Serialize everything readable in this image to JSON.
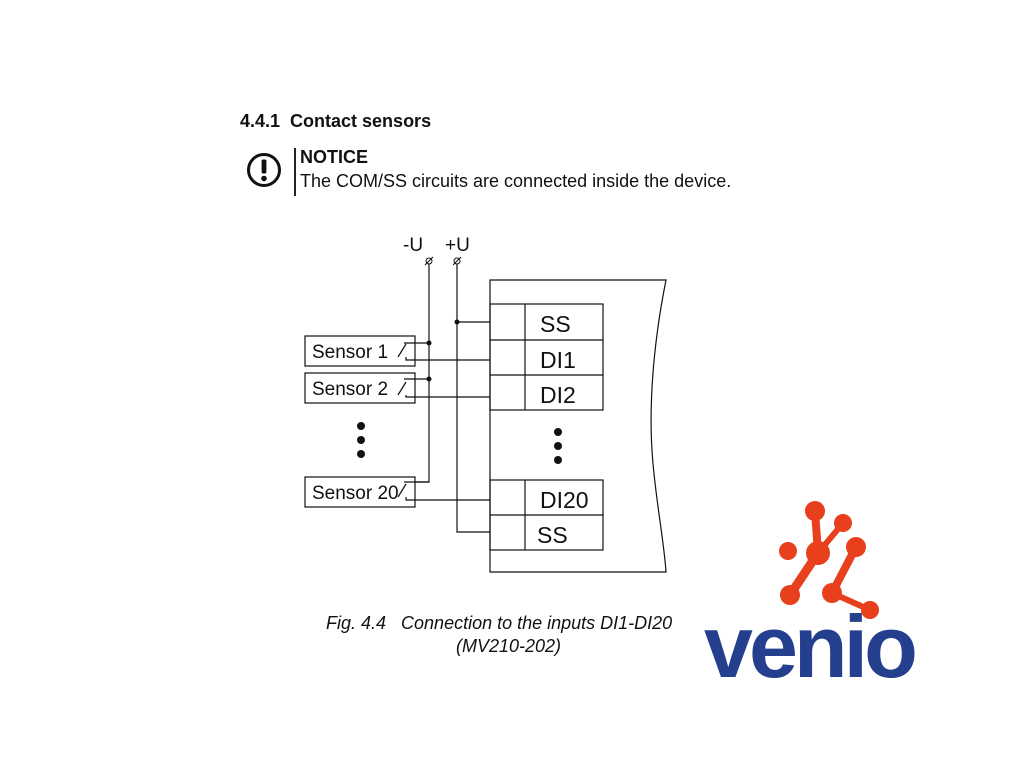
{
  "section": {
    "heading": "4.4.1  Contact sensors"
  },
  "notice": {
    "title": "NOTICE",
    "text": "The COM/SS circuits are connected inside the device."
  },
  "diagram": {
    "supply_minus": "-U",
    "supply_plus": "+U",
    "sensors": [
      "Sensor 1",
      "Sensor 2",
      "Sensor 20"
    ],
    "terminals_top": [
      "SS",
      "DI1",
      "DI2"
    ],
    "terminals_bottom": [
      "DI20",
      "SS"
    ]
  },
  "figure": {
    "caption_line1": "Fig. 4.4   Connection to the inputs DI1-DI20",
    "caption_line2": "(MV210-202)"
  },
  "logo": {
    "text": "venio",
    "brand_color": "#233f8e",
    "accent_color": "#e8401c"
  }
}
